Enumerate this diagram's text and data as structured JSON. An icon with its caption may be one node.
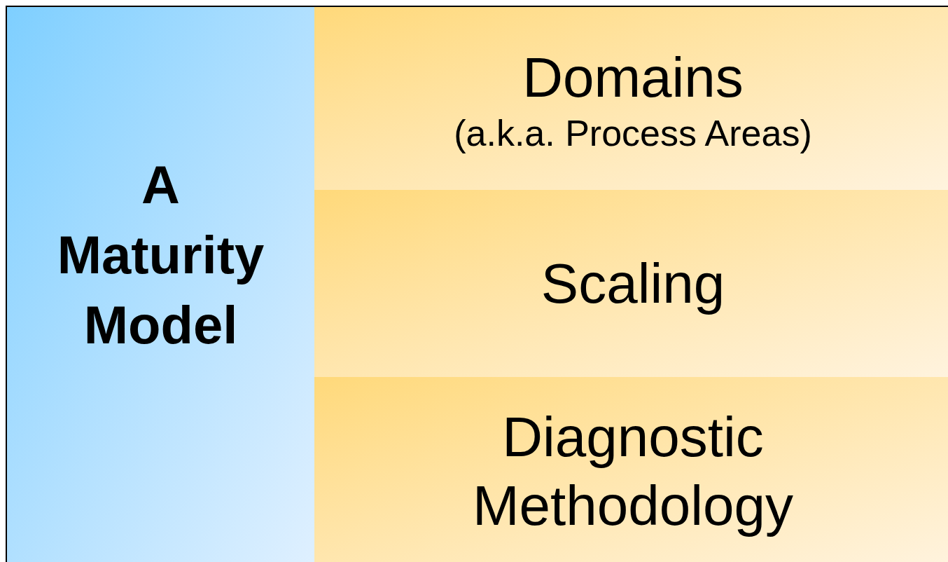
{
  "diagram": {
    "nodes": [
      {
        "text": [
          "A Maturity Model"
        ]
      },
      {
        "text": [
          "Domains",
          "(a.k.a. Process Areas)"
        ]
      },
      {
        "text": [
          "Scaling"
        ]
      },
      {
        "text": [
          "Diagnostic Methodology"
        ]
      }
    ]
  }
}
